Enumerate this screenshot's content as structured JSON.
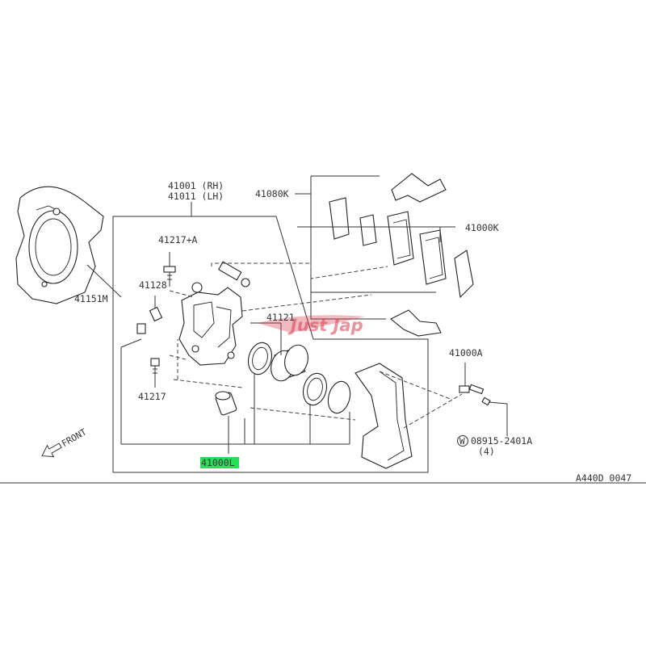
{
  "labels": {
    "caliper_rh": "41001 (RH)",
    "caliper_lh": "41011 (LH)",
    "pad_hardware": "41080K",
    "pad_kit": "41000K",
    "bleeder": "41217+A",
    "cap": "41128",
    "dust_shield": "41151M",
    "piston_seal": "41121",
    "pin_bolt": "41217",
    "mount_bolt": "41000A",
    "washer_part": "08915-2401A",
    "washer_qty": "(4)",
    "washer_symbol": "W",
    "seal_kit": "41000L",
    "front": "FRONT",
    "diagram_code": "A440D 0047"
  },
  "watermark": "Just Jap",
  "colors": {
    "highlight": "#27e05a",
    "watermark": "#d83a4a",
    "line": "#333333"
  }
}
